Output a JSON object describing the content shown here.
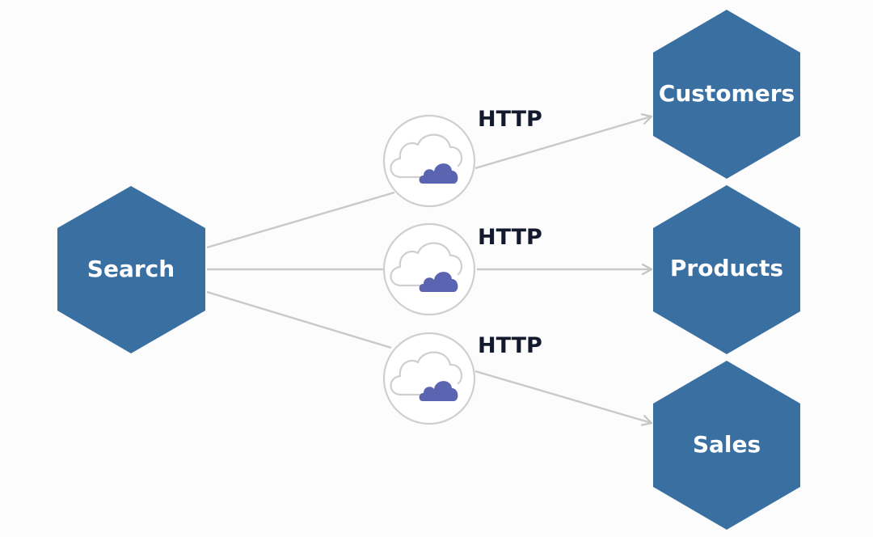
{
  "colors": {
    "hexagon_fill": "#3a6fa2",
    "hexagon_text": "#ffffff",
    "connector_line": "#c9c9c9",
    "cloud_outline": "#cfcfcf",
    "cloud_fill": "#5a64b0",
    "http_text": "#141a2e",
    "background": "#fcfcfc"
  },
  "source": {
    "label": "Search"
  },
  "targets": [
    {
      "label": "Customers"
    },
    {
      "label": "Products"
    },
    {
      "label": "Sales"
    }
  ],
  "connections": [
    {
      "protocol": "HTTP",
      "icon": "cloud-icon"
    },
    {
      "protocol": "HTTP",
      "icon": "cloud-icon"
    },
    {
      "protocol": "HTTP",
      "icon": "cloud-icon"
    }
  ]
}
